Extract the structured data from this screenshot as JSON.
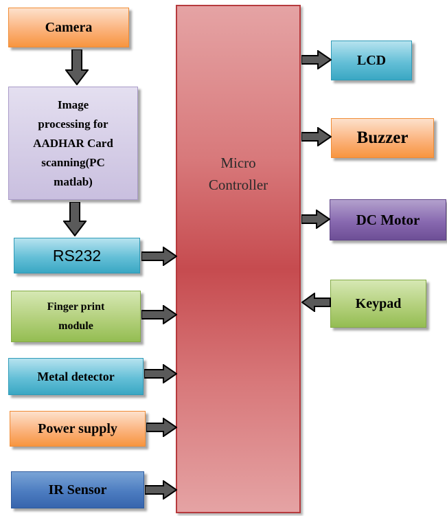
{
  "blocks": {
    "camera": "Camera",
    "image_processing": "Image\nprocessing for\nAADHAR Card\nscanning(PC\nmatlab)",
    "rs232": "RS232",
    "finger_print": "Finger print\nmodule",
    "metal_detector": "Metal detector",
    "power_supply": "Power supply",
    "ir_sensor": "IR Sensor",
    "micro_controller": "Micro\nController",
    "lcd": "LCD",
    "buzzer": "Buzzer",
    "dc_motor": "DC Motor",
    "keypad": "Keypad"
  }
}
